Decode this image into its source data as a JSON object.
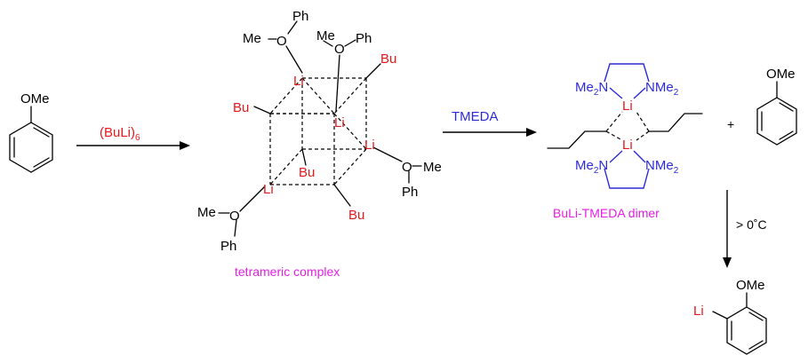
{
  "colors": {
    "black": "#000000",
    "red": "#e8171b",
    "blue": "#2b2bd6",
    "magenta": "#e21fe2"
  },
  "anisole": {
    "ome": "OMe"
  },
  "step1": {
    "reagent_main": "(BuLi)",
    "reagent_sub": "6"
  },
  "tetramer": {
    "caption": "tetrameric complex",
    "li": "Li",
    "bu": "Bu",
    "me": "Me",
    "o": "O",
    "ph": "Ph",
    "me_dash": "Me",
    "o_me": "Me"
  },
  "step2": {
    "reagent": "TMEDA"
  },
  "dimer": {
    "caption": "BuLi-TMEDA dimer",
    "me2n": "Me",
    "n": "N",
    "nme2_n": "N",
    "nme2_me": "Me",
    "sub2": "2",
    "li": "Li"
  },
  "plus": "+",
  "anisole2": {
    "ome": "OMe"
  },
  "step3": {
    "condition": "> 0˚C"
  },
  "product": {
    "ome": "OMe",
    "li": "Li"
  }
}
